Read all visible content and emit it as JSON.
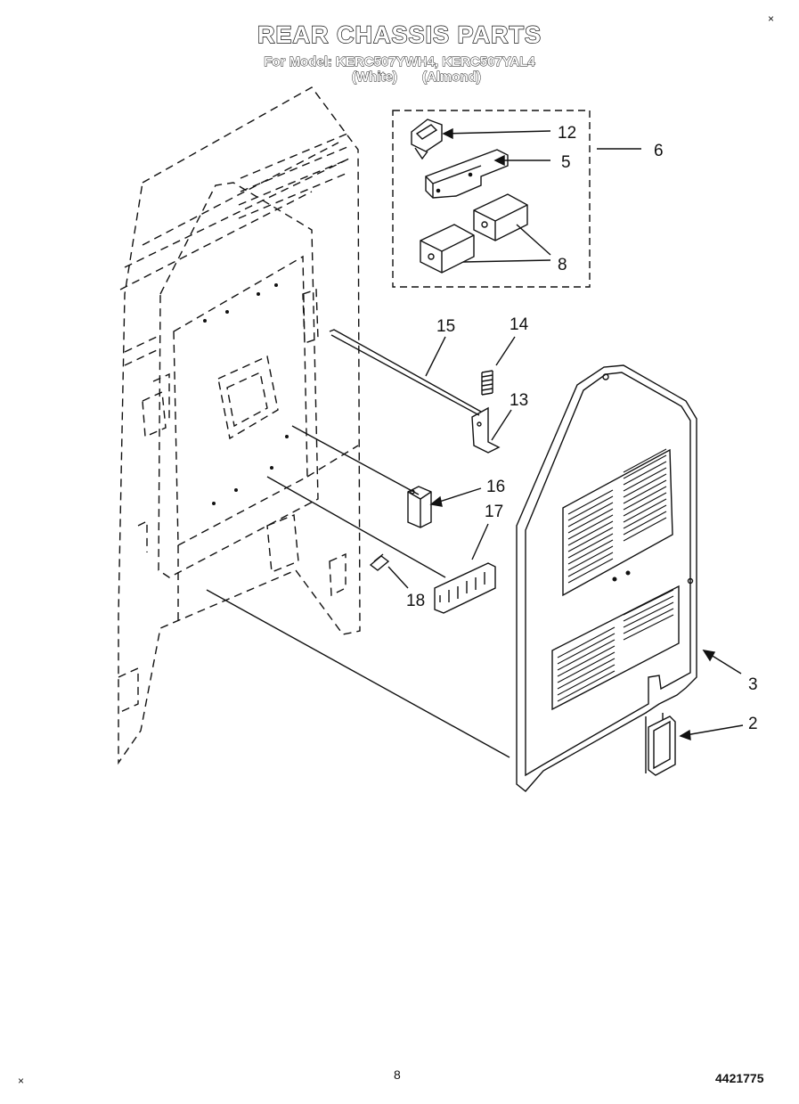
{
  "header": {
    "title": "REAR CHASSIS PARTS",
    "models": "For Model: KERC507YWH4, KERC507YAL4",
    "color_white": "(White)",
    "color_almond": "(Almond)"
  },
  "callouts": {
    "c12": "12",
    "c5": "5",
    "c6": "6",
    "c8": "8",
    "c15": "15",
    "c14": "14",
    "c13": "13",
    "c16": "16",
    "c17": "17",
    "c18": "18",
    "c3": "3",
    "c2": "2"
  },
  "footer": {
    "page_number": "8",
    "doc_number": "4421775"
  },
  "marks": {
    "top_right": "×",
    "bottom_left": "×"
  }
}
